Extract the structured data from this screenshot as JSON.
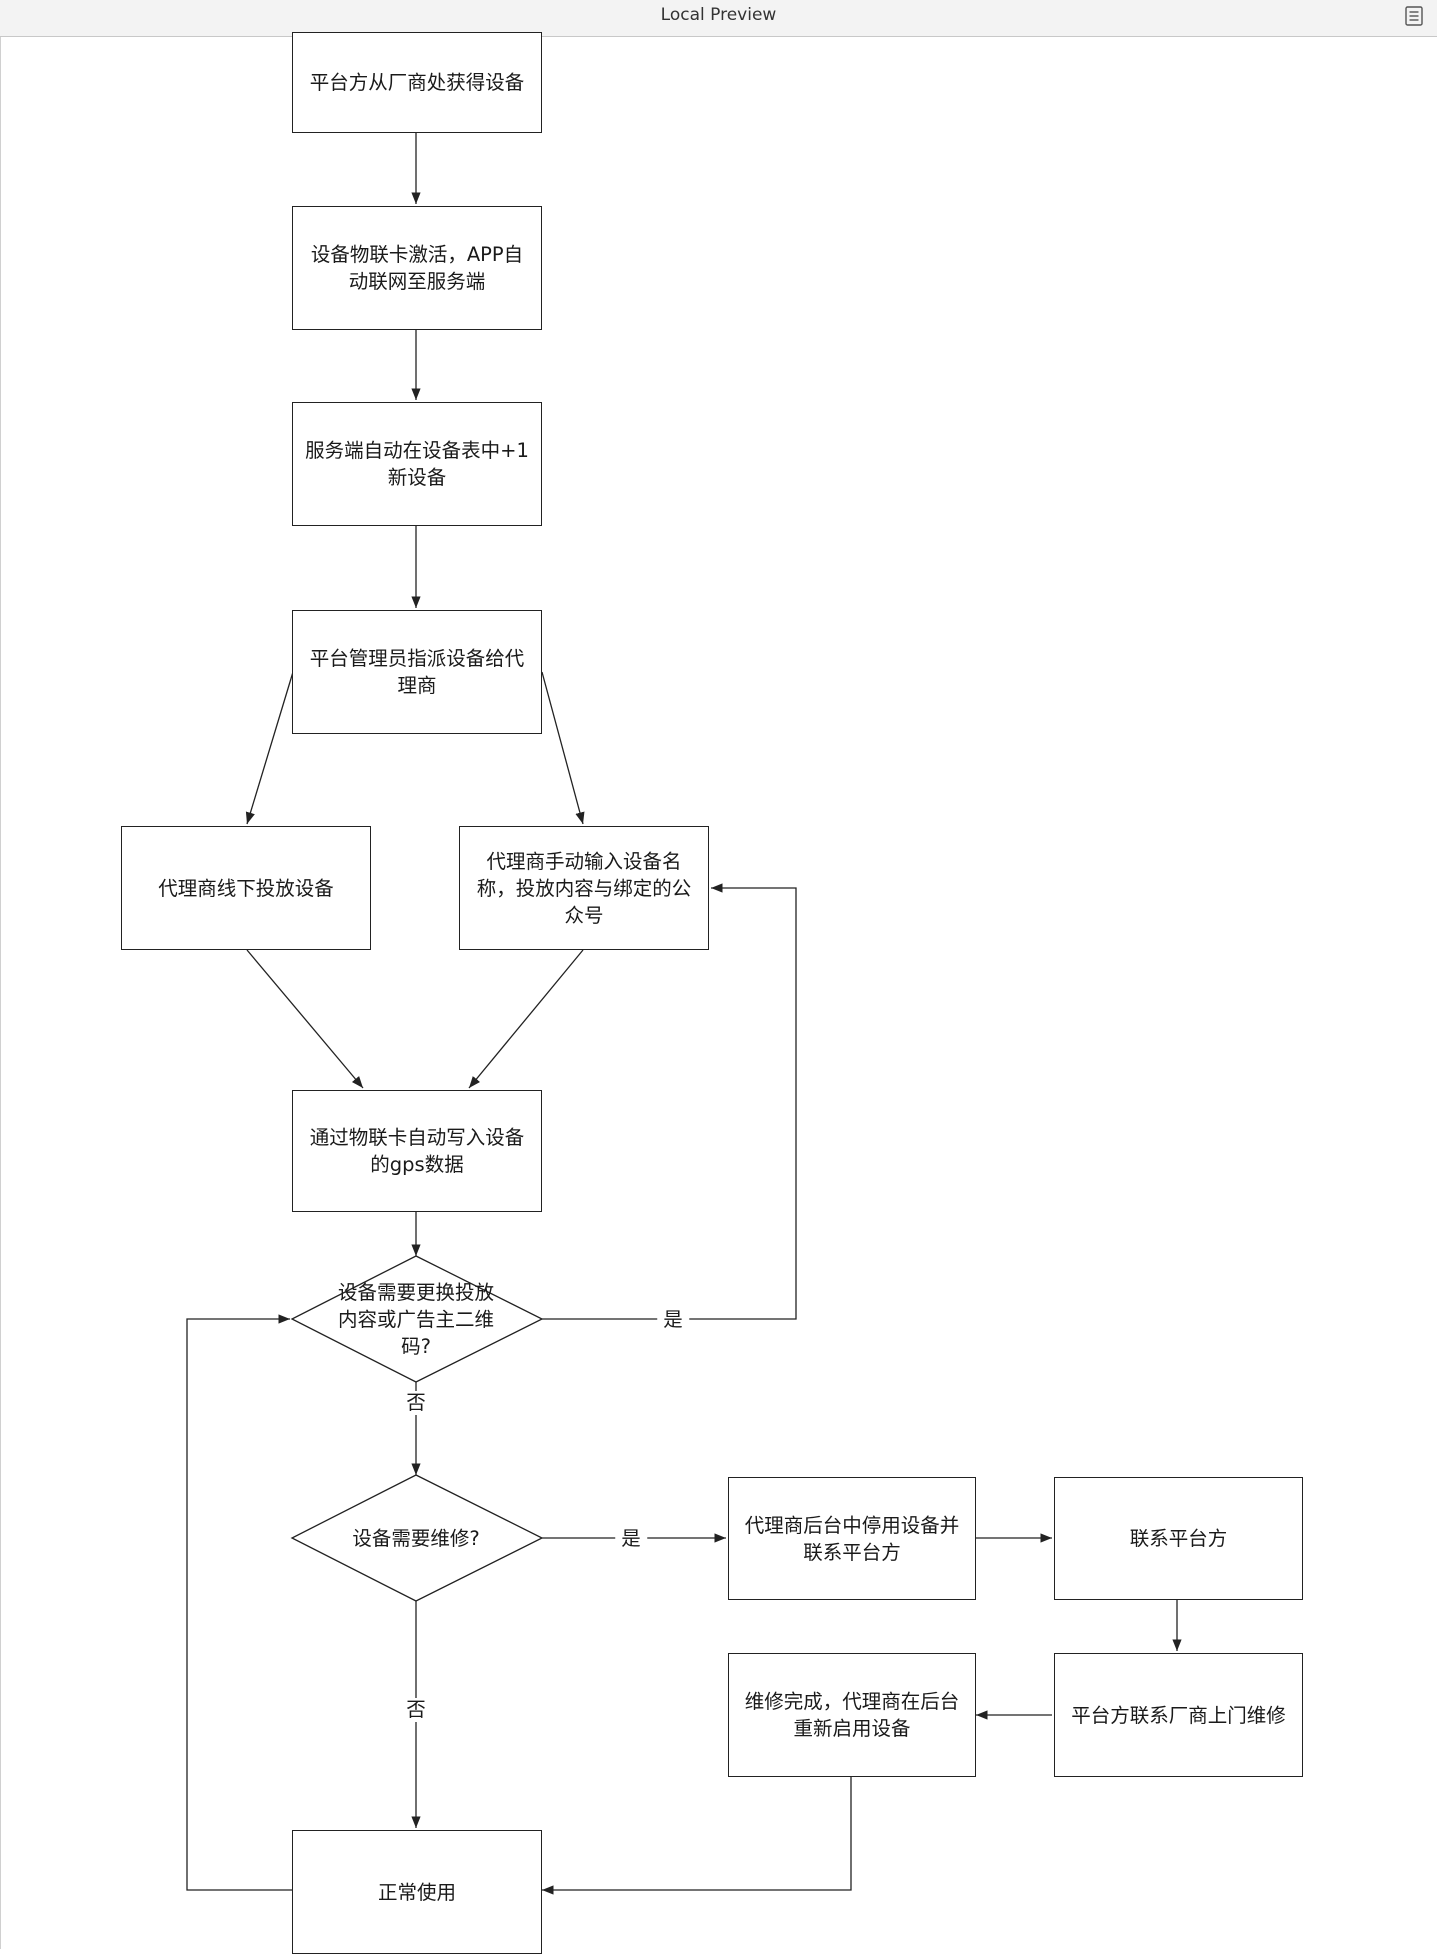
{
  "window": {
    "title": "Local Preview",
    "menu_icon": "list-icon"
  },
  "flowchart": {
    "nodes": {
      "acquire": "平台方从厂商处获得设备",
      "activate": "设备物联卡激活，APP自动联网至服务端",
      "register": "服务端自动在设备表中+1新设备",
      "assign": "平台管理员指派设备给代理商",
      "deploy_offline": "代理商线下投放设备",
      "manual_input": "代理商手动输入设备名称，投放内容与绑定的公众号",
      "gps_write": "通过物联卡自动写入设备的gps数据",
      "decision_replace": "设备需要更换投放内容或广告主二维码?",
      "decision_repair": "设备需要维修?",
      "disable_device": "代理商后台中停用设备并联系平台方",
      "contact_platform": "联系平台方",
      "vendor_repair": "平台方联系厂商上门维修",
      "repair_done": "维修完成，代理商在后台重新启用设备",
      "normal_use": "正常使用"
    },
    "edge_labels": {
      "replace_yes": "是",
      "replace_no": "否",
      "repair_yes": "是",
      "repair_no": "否"
    }
  }
}
